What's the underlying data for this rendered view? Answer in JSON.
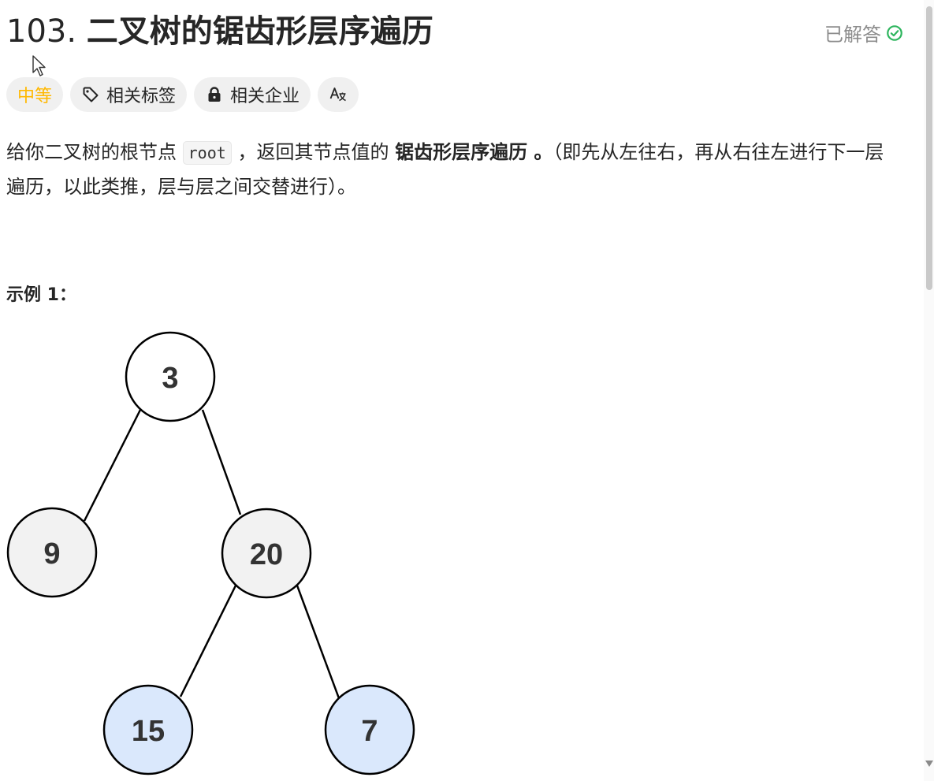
{
  "problem": {
    "number": "103.",
    "name": "二叉树的锯齿形层序遍历",
    "status": "已解答"
  },
  "tags": {
    "difficulty": "中等",
    "topics": "相关标签",
    "companies": "相关企业",
    "translate_icon": "translate-icon"
  },
  "description": {
    "text_before_code": "给你二叉树的根节点 ",
    "code": "root",
    "text_after_code": " ，返回其节点值的 ",
    "bold": "锯齿形层序遍历 。",
    "text_end": "（即先从左往右，再从右往左进行下一层遍历，以此类推，层与层之间交替进行）。"
  },
  "example": {
    "title": "示例 1："
  },
  "tree": {
    "nodes": [
      {
        "id": "root",
        "label": "3",
        "fill": "#ffffff"
      },
      {
        "id": "left",
        "label": "9",
        "fill": "#f2f2f2"
      },
      {
        "id": "right",
        "label": "20",
        "fill": "#f2f2f2"
      },
      {
        "id": "right-left",
        "label": "15",
        "fill": "#dae8fc"
      },
      {
        "id": "right-right",
        "label": "7",
        "fill": "#dae8fc"
      }
    ]
  },
  "colors": {
    "difficulty_medium": "#ffb800",
    "solved_check": "#2db55d",
    "node_stroke": "#000000"
  },
  "icons": {
    "tag": "tag-icon",
    "lock": "lock-icon",
    "check": "check-circle-icon",
    "cursor": "mouse-cursor-icon"
  }
}
